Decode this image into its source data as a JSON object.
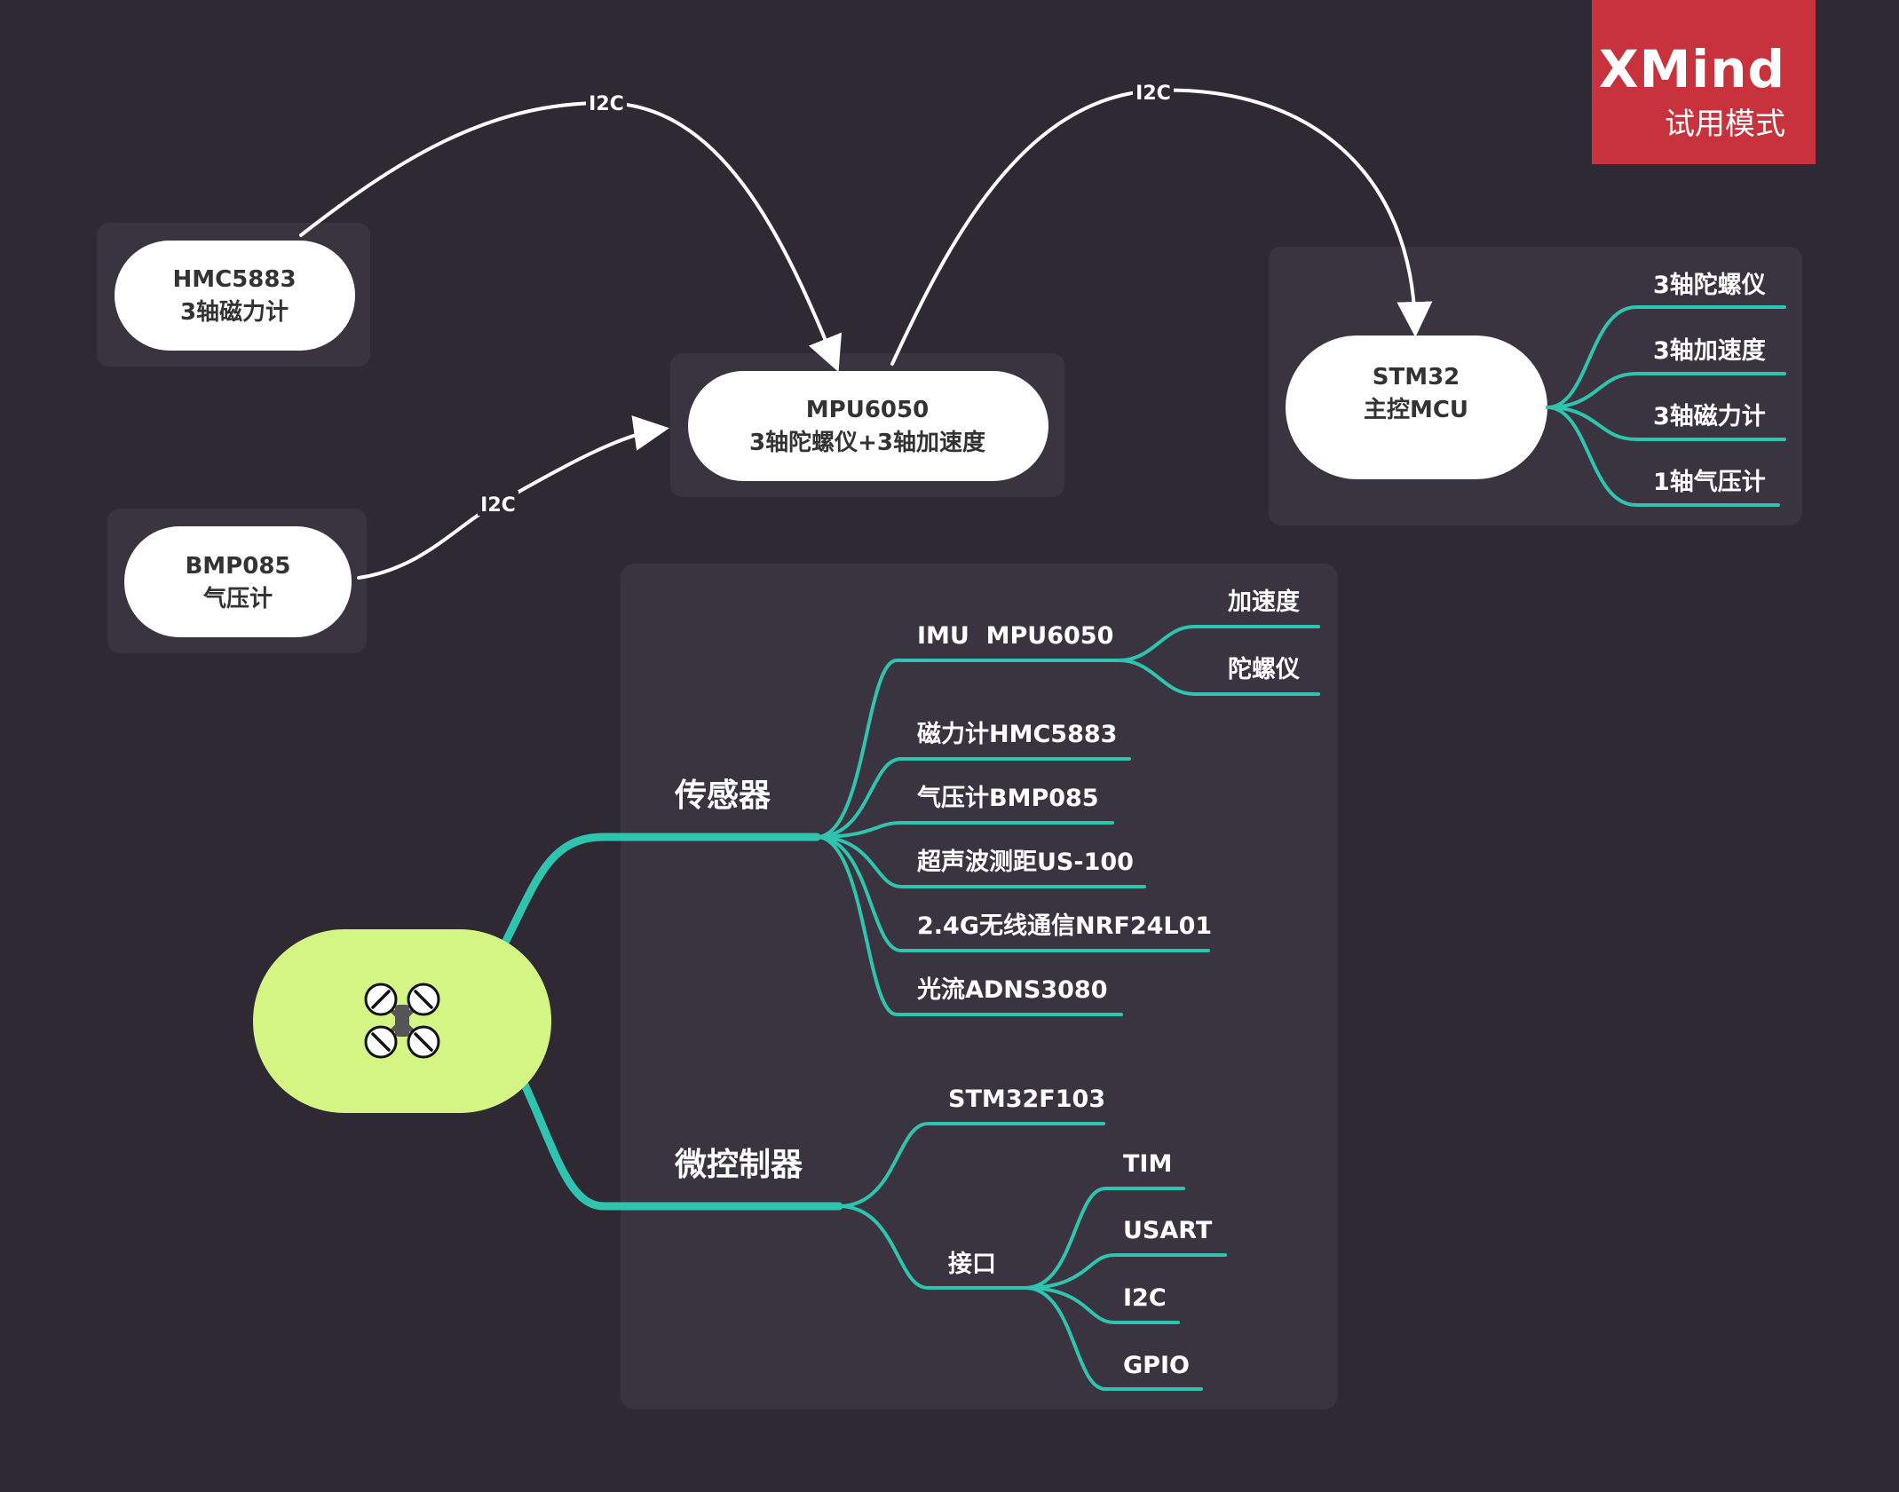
{
  "watermark": {
    "brand": "XMind",
    "mode": "试用模式"
  },
  "colors": {
    "background": "#2e2933",
    "panel": "#39343f",
    "branch": "#2ec4b0",
    "root_node": "#d4f584",
    "topic_node": "#ffffff",
    "watermark": "#c8323c"
  },
  "diagram": {
    "root": {
      "icon": "quadcopter-icon"
    },
    "floating_nodes": {
      "hmc": {
        "line1": "HMC5883",
        "line2": "3轴磁力计"
      },
      "bmp": {
        "line1": "BMP085",
        "line2": "气压计"
      },
      "mpu": {
        "line1": "MPU6050",
        "line2": "3轴陀螺仪+3轴加速度"
      },
      "stm": {
        "line1": "STM32",
        "line2": "主控MCU"
      }
    },
    "stm_children": [
      "3轴陀螺仪",
      "3轴加速度",
      "3轴磁力计",
      "1轴气压计"
    ],
    "relationships": [
      {
        "from": "HMC5883",
        "to": "MPU6050",
        "label": "I2C"
      },
      {
        "from": "MPU6050",
        "to": "STM32",
        "label": "I2C"
      },
      {
        "from": "BMP085",
        "to": "MPU6050",
        "label": "I2C"
      }
    ],
    "branches": {
      "sensors": {
        "label": "传感器",
        "children": [
          "IMU  MPU6050",
          "磁力计HMC5883",
          "气压计BMP085",
          "超声波测距US-100",
          "2.4G无线通信NRF24L01",
          "光流ADNS3080"
        ],
        "imu_children": [
          "加速度",
          "陀螺仪"
        ]
      },
      "mcu": {
        "label": "微控制器",
        "children": [
          "STM32F103",
          "接口"
        ],
        "interface_children": [
          "TIM",
          "USART",
          "I2C",
          "GPIO"
        ]
      }
    }
  }
}
